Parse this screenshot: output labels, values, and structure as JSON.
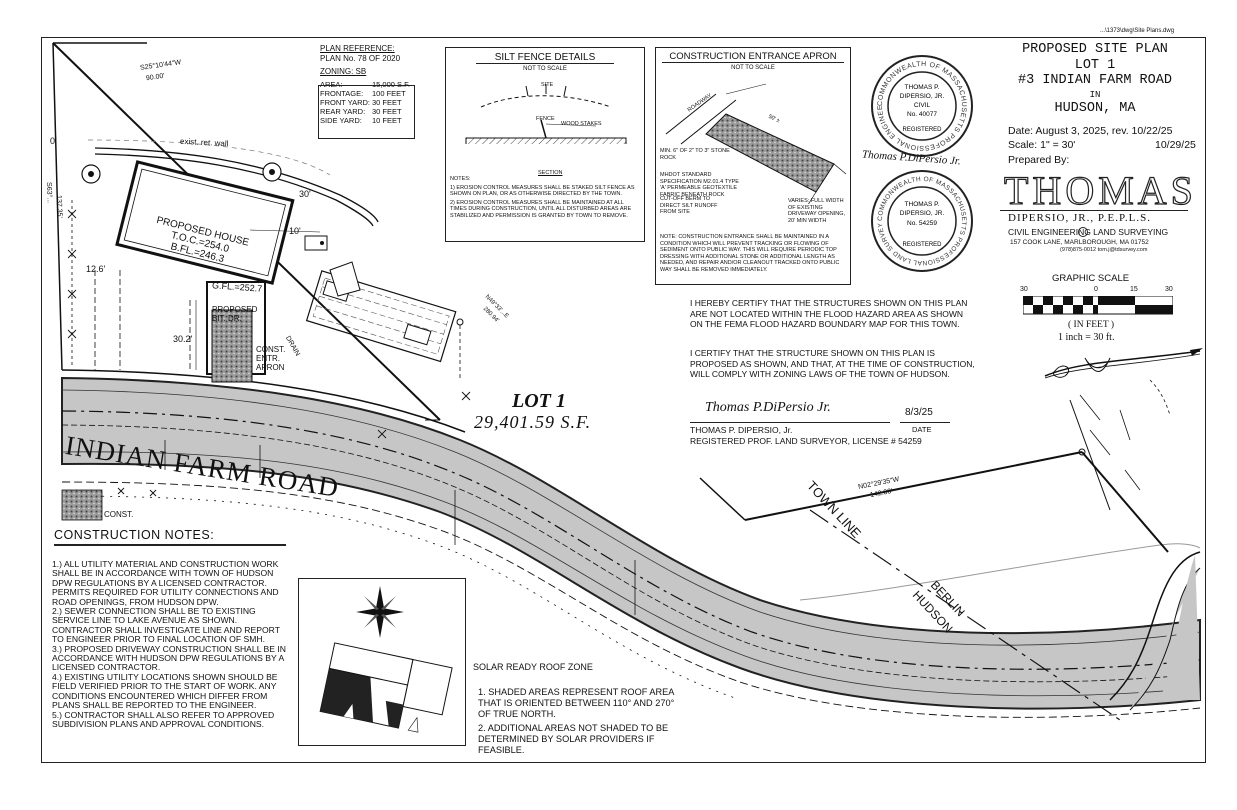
{
  "file_path": "...\\1373\\dwg\\Site Plans.dwg",
  "title_block": {
    "line1": "PROPOSED SITE PLAN",
    "line2": "LOT 1",
    "line3": "#3 INDIAN FARM ROAD",
    "line4": "IN",
    "line5": "HUDSON, MA",
    "date": "Date: August 3, 2025, rev. 10/22/25",
    "scale": "Scale: 1\" = 30'",
    "rev2": "10/29/25",
    "prepared_by": "Prepared By:",
    "firm_top": "THOMAS",
    "firm_name": "DIPERSIO, JR., P.E.P.L.S.",
    "firm_services": "CIVIL ENGINEERING  LAND SURVEYING",
    "firm_address": "157 COOK LANE, MARLBOROUGH, MA 01752",
    "firm_contact": "(978)875-0012        tom.j@tdsurvey.com"
  },
  "seals": {
    "engineer": {
      "ring": "COMMONWEALTH OF MASSACHUSETTS  PROFESSIONAL ENGINEER",
      "name1": "THOMAS P.",
      "name2": "DIPERSIO, JR.",
      "name3": "CIVIL",
      "license": "No. 40077",
      "reg": "REGISTERED"
    },
    "surveyor": {
      "ring": "COMMONWEALTH OF MASSACHUSETTS  PROFESSIONAL LAND SURVEYOR",
      "name1": "THOMAS P.",
      "name2": "DIPERSIO, JR.",
      "license": "No. 54259",
      "reg": "REGISTERED"
    }
  },
  "plan_reference": {
    "title": "PLAN REFERENCE:",
    "plan": "PLAN No. 78 OF 2020",
    "zoning": "ZONING: SB",
    "rows": [
      {
        "label": "AREA:",
        "value": "15,000 S.F."
      },
      {
        "label": "FRONTAGE:",
        "value": "100 FEET"
      },
      {
        "label": "FRONT YARD:",
        "value": "30 FEET"
      },
      {
        "label": "REAR YARD:",
        "value": "30 FEET"
      },
      {
        "label": "SIDE YARD:",
        "value": "10 FEET"
      }
    ]
  },
  "silt_fence": {
    "title": "SILT FENCE DETAILS",
    "subtitle": "NOT TO SCALE",
    "labels": {
      "site": "SITE",
      "fence": "FENCE",
      "wood": "WOOD STAKES",
      "section": "SECTION"
    },
    "notes_title": "NOTES:",
    "note1": "1) EROSION CONTROL MEASURES SHALL BE STAKED SILT FENCE AS SHOWN ON PLAN, OR AS OTHERWISE DIRECTED BY THE TOWN.",
    "note2": "2) EROSION CONTROL MEASURES SHALL BE MAINTAINED AT ALL TIMES DURING CONSTRUCTION, UNTIL ALL DISTURBED AREAS ARE STABILIZED AND PERMISSION IS GRANTED BY TOWN TO REMOVE."
  },
  "construction_entrance": {
    "title": "CONSTRUCTION ENTRANCE APRON",
    "subtitle": "NOT TO SCALE",
    "labels": {
      "roadway": "ROADWAY",
      "fifty": "50' ±",
      "min6": "MIN. 6\" OF 2\" TO 3\" STONE ROCK",
      "mhd": "MHDOT STANDARD SPECIFICATION M2.01.4 TYPE 'A' PERMEABLE GEOTEXTILE FABRIC BENEATH ROCK",
      "cutoff": "CUT-OFF BERM TO DIRECT SILT RUNOFF FROM SITE",
      "width": "VARIES: FULL WIDTH OF EXISTING DRIVEWAY OPENING, 20' MIN WIDTH"
    },
    "note": "NOTE: CONSTRUCTION ENTRANCE SHALL BE MAINTAINED IN A CONDITION WHICH WILL PREVENT TRACKING OR FLOWING OF SEDIMENT ONTO PUBLIC WAY. THIS WILL REQUIRE PERIODIC TOP DRESSING WITH ADDITIONAL STONE OR ADDITIONAL LENGTH AS NEEDED, AND REPAIR AND/OR CLEANOUT TRACKED ONTO PUBLIC WAY SHALL BE REMOVED IMMEDIATELY."
  },
  "graphic_scale": {
    "title": "GRAPHIC SCALE",
    "ticks": [
      "30",
      "0",
      "15",
      "30"
    ],
    "unit": "( IN FEET )",
    "ratio": "1 inch = 30 ft."
  },
  "certifications": {
    "p1": "I HEREBY CERTIFY THAT THE STRUCTURES SHOWN ON THIS PLAN ARE NOT LOCATED WITHIN THE FLOOD HAZARD AREA AS SHOWN ON THE FEMA FLOOD HAZARD BOUNDARY MAP FOR THIS TOWN.",
    "p2": "I CERTIFY THAT THE STRUCTURE SHOWN ON THIS PLAN IS PROPOSED AS SHOWN, AND THAT, AT THE TIME OF CONSTRUCTION, WILL COMPLY WITH ZONING LAWS OF THE TOWN OF HUDSON.",
    "date_value": "8/3/25",
    "date_label": "DATE",
    "name": "THOMAS P. DIPERSIO, Jr.",
    "license": "REGISTERED PROF. LAND SURVEYOR, LICENSE # 54259",
    "signature": "Thomas P.DiPersio Jr."
  },
  "plan": {
    "lot_label": "LOT 1",
    "lot_area": "29,401.59 S.F.",
    "road_name": "INDIAN FARM ROAD",
    "town_line": "TOWN LINE",
    "berlin": "BERLIN",
    "hudson": "HUDSON",
    "house_title": "PROPOSED HOUSE",
    "house_toc": "T.O.C.=254.0",
    "house_bfl": "B.FL.=246.3",
    "gfl": "G.FL.=252.7",
    "driveway": "PROPOSED BIT. DR.",
    "const_entr": "CONST. ENTR. APRON",
    "const_short": "CONST.",
    "ret_wall": "exist. ret. wall",
    "drain": "DRAIN",
    "bearing1": "S25°10'44\"W",
    "dist1": "90.00'",
    "bearing2": "N02°29'35\"W",
    "dist2": "142.00'",
    "bearing3": "S63°...",
    "dist3": "137.35'",
    "bearing4": "N49°33'...E",
    "dist4": "280.94'",
    "dim_30": "30'",
    "dim_10": "10'",
    "dim_126": "12.6'",
    "dim_302": "30.2'",
    "dim_0": "0'"
  },
  "construction_notes": {
    "title": "CONSTRUCTION NOTES:",
    "notes": [
      "1.) ALL UTILITY MATERIAL AND CONSTRUCTION WORK SHALL BE IN ACCORDANCE WITH TOWN OF HUDSON DPW REGULATIONS BY A LICENSED CONTRACTOR. PERMITS REQUIRED FOR UTILITY CONNECTIONS AND ROAD OPENINGS, FROM HUDSON DPW.",
      "2.) SEWER CONNECTION SHALL BE TO EXISTING SERVICE LINE TO LAKE AVENUE AS SHOWN. CONTRACTOR SHALL INVESTIGATE LINE AND REPORT TO ENGINEER PRIOR TO FINAL LOCATION OF SMH.",
      "3.) PROPOSED DRIVEWAY CONSTRUCTION SHALL BE IN ACCORDANCE WITH HUDSON DPW REGULATIONS BY A LICENSED CONTRACTOR.",
      "4.) EXISTING UTILITY LOCATIONS SHOWN SHOULD BE FIELD VERIFIED PRIOR TO THE START OF WORK. ANY CONDITIONS ENCOUNTERED WHICH DIFFER FROM PLANS SHALL BE REPORTED TO THE ENGINEER.",
      "5.) CONTRACTOR SHALL ALSO REFER TO APPROVED SUBDIVISION PLANS AND APPROVAL CONDITIONS."
    ]
  },
  "solar": {
    "title": "SOLAR READY ROOF ZONE",
    "items": [
      "1.   SHADED AREAS REPRESENT ROOF AREA THAT IS ORIENTED BETWEEN 110° AND 270° OF TRUE NORTH.",
      "2.   ADDITIONAL AREAS NOT SHADED TO BE DETERMINED BY SOLAR PROVIDERS IF FEASIBLE."
    ]
  },
  "colors": {
    "ink": "#111111",
    "road": "#c9c9c9",
    "road_dark": "#b0b0b0"
  }
}
